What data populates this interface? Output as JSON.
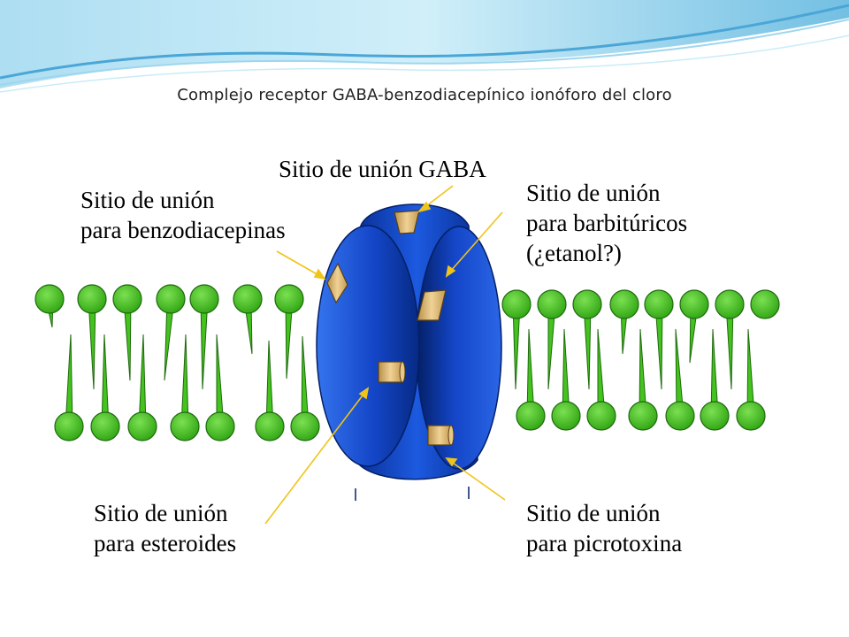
{
  "slide": {
    "title": "Complejo receptor GABA-benzodiacepínico ionóforo del cloro"
  },
  "labels": {
    "gaba": "Sitio de unión GABA",
    "benzo_line1": "Sitio de unión",
    "benzo_line2": "para benzodiacepinas",
    "barb_line1": "Sitio de unión",
    "barb_line2": "para barbitúricos",
    "barb_line3": "(¿etanol?)",
    "ster_line1": "Sitio de unión",
    "ster_line2": "para esteroides",
    "picro_line1": "Sitio de unión",
    "picro_line2": "para picrotoxina"
  },
  "colors": {
    "lipid_green": "#44c21e",
    "lipid_edge": "#1d6a0c",
    "channel_blue": "#1446c8",
    "channel_dark": "#062a84",
    "site_tan": "#d9b46b",
    "pointer_yellow": "#f0c419",
    "header_wave": "#7ec8e8"
  }
}
